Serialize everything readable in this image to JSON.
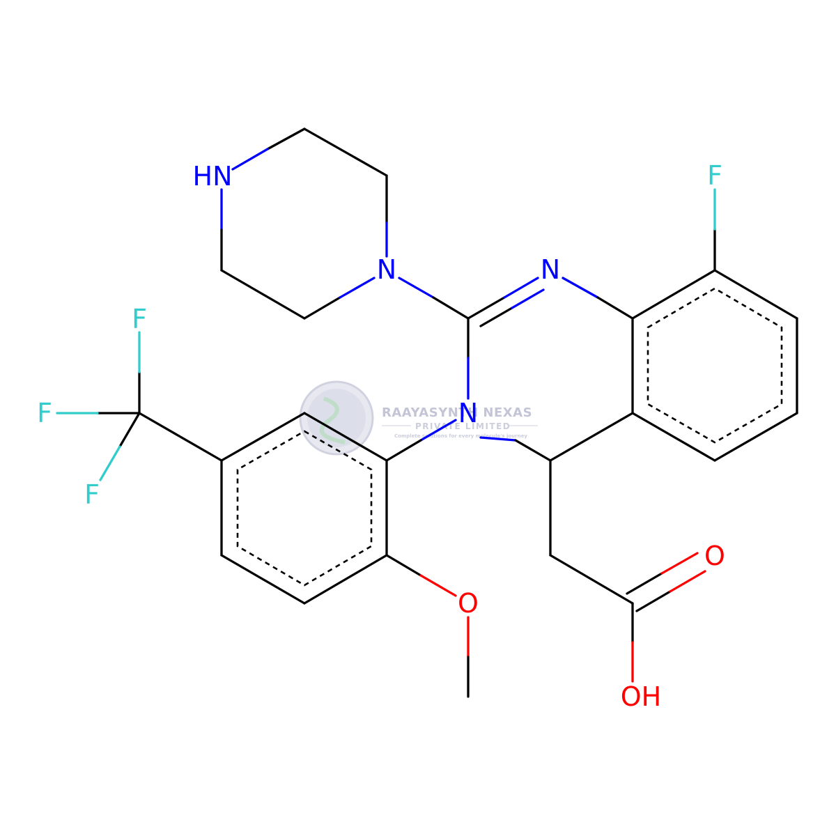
{
  "colors": {
    "carbon": "#000000",
    "nitrogen": "#0000ff",
    "oxygen": "#ff0000",
    "fluorine": "#33cccc",
    "watermark": "#b9bccf"
  },
  "atom_labels": {
    "nh_piperazine": "HN",
    "n_piperazine": "N",
    "n_imine": "N",
    "n_ring": "N",
    "f_aryl": "F",
    "f_cf3_top": "F",
    "f_cf3_left": "F",
    "f_cf3_bottom": "F",
    "o_methoxy": "O",
    "o_carbonyl": "O",
    "oh_acid": "OH"
  },
  "watermark": {
    "company": "RAAYASYNTH NEXAS",
    "subtitle": "PRIVATE LIMITED",
    "tagline": "Complete solutions for every molecule's journey"
  }
}
